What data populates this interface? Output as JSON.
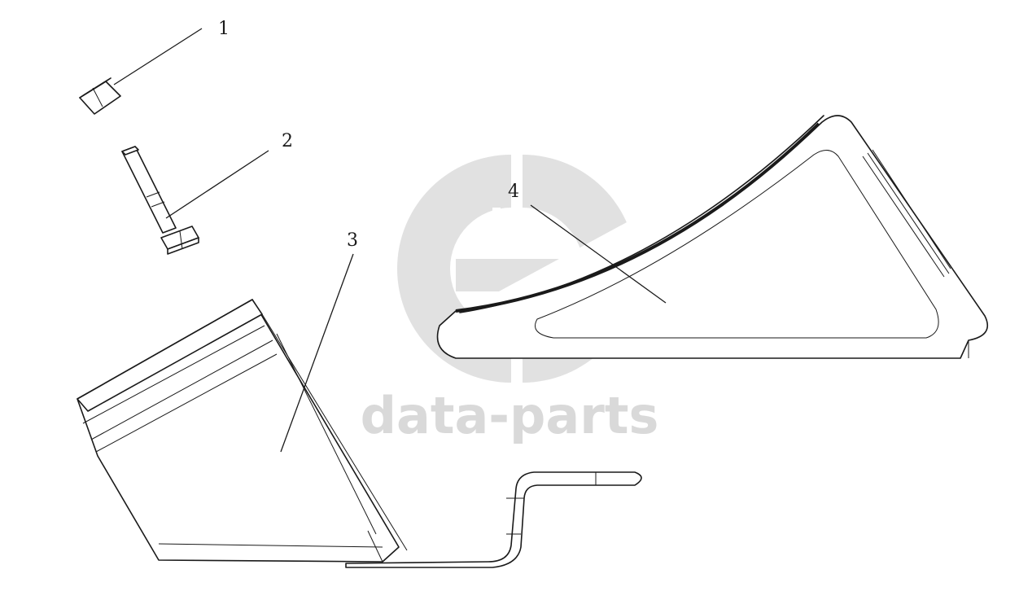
{
  "watermark": {
    "text": "data-parts",
    "color": "#d9d9d9"
  },
  "callouts": [
    {
      "number": "1",
      "part": "nut"
    },
    {
      "number": "2",
      "part": "bolt"
    },
    {
      "number": "3",
      "part": "housing"
    },
    {
      "number": "4",
      "part": "triangular bracket"
    }
  ]
}
